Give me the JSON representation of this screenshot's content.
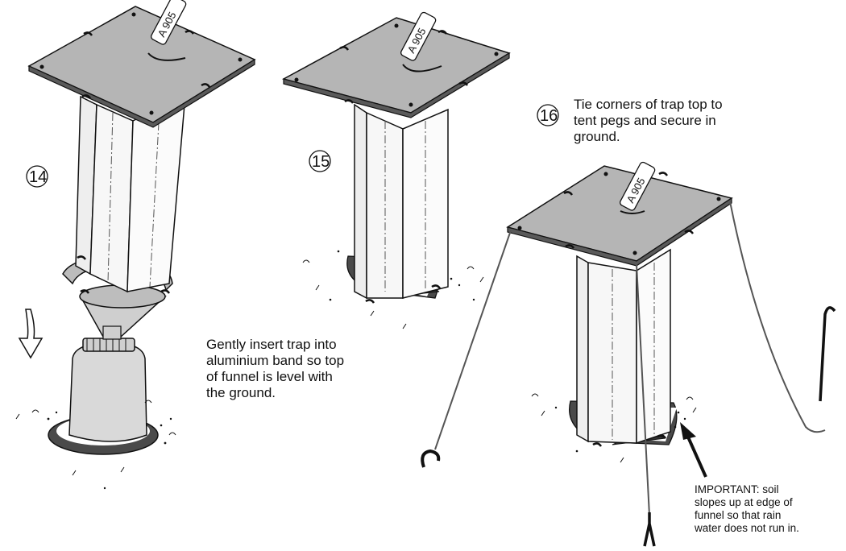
{
  "steps": [
    {
      "number": "14",
      "caption_lines": [
        "Gently insert trap into",
        "aluminium band so top",
        "of funnel is level with",
        "the ground."
      ]
    },
    {
      "number": "15"
    },
    {
      "number": "16",
      "caption_lines": [
        "Tie corners of trap top to",
        "tent pegs and secure in",
        "ground."
      ]
    }
  ],
  "trap_tag": "A 905",
  "important_note": [
    "IMPORTANT:  soil",
    "slopes up at edge of",
    "funnel so that rain",
    "water does not run in."
  ],
  "colors": {
    "lid": "#b5b5b5",
    "lid_edge": "#5a5a5a",
    "line": "#111111",
    "hole": "#4a4a4a",
    "bottle": "#d9d9d9"
  }
}
